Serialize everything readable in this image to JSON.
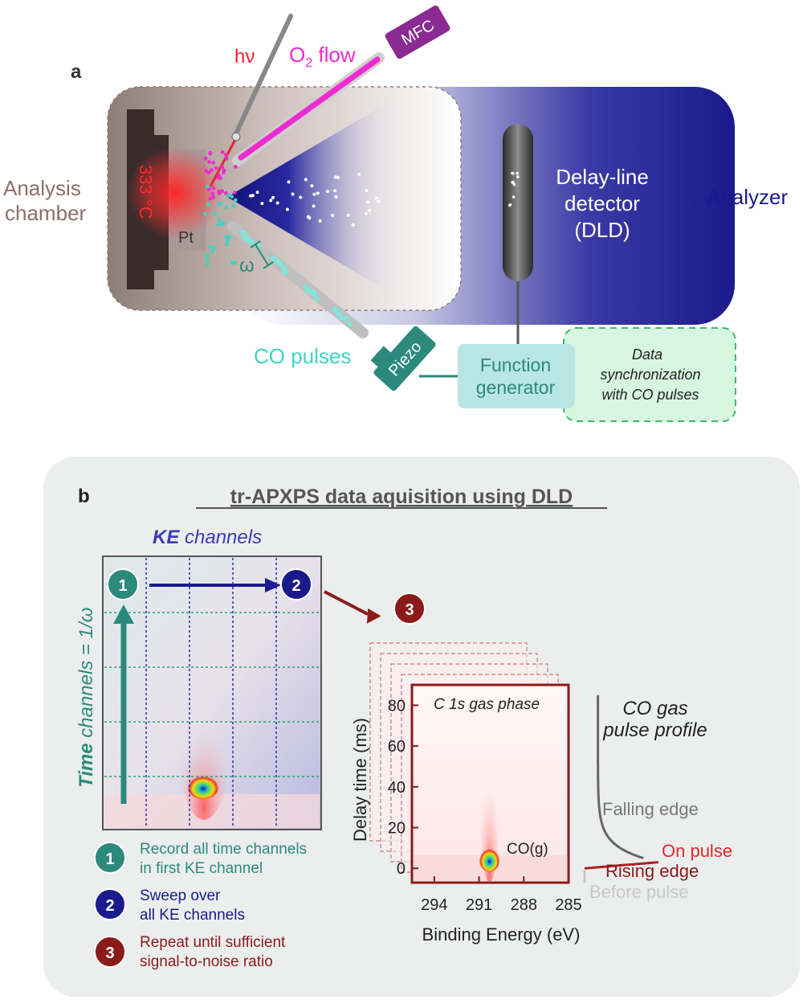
{
  "panel_a": {
    "label": "a",
    "hv_label": "hν",
    "o2_label_main": "O",
    "o2_label_sub": "2",
    "o2_label_rest": " flow",
    "mfc_label": "MFC",
    "analysis_label_1": "Analysis",
    "analysis_label_2": "chamber",
    "temperature": "333 °C",
    "sample_label": "Pt",
    "omega_label": "ω",
    "detector_label_1": "Delay-line",
    "detector_label_2": "detector",
    "detector_label_3": "(DLD)",
    "analyzer_label": "Analyzer",
    "co_pulses_label": "CO pulses",
    "piezo_label": "Piezo",
    "function_gen_1": "Function",
    "function_gen_2": "generator",
    "sync_1": "Data",
    "sync_2": "synchronization",
    "sync_3": "with CO pulses",
    "colors": {
      "hv": "#e8262a",
      "o2": "#ee2bd0",
      "mfc": "#8a2a93",
      "co": "#3fd3c2",
      "analyzer": "#1a1a8c",
      "teal": "#2b8a7c",
      "chamber_text": "#8b6f6a"
    }
  },
  "panel_b": {
    "label": "b",
    "title": "tr-APXPS data aquisition using DLD",
    "ke_channels_bold": "KE",
    "ke_channels_rest": " channels",
    "time_channels_bold": "Time",
    "time_channels_rest": " channels = 1/ω",
    "step1_marker": "1",
    "step2_marker": "2",
    "step3_marker": "3",
    "legend": [
      {
        "marker": "1",
        "line1": "Record all time channels",
        "line2": "in first KE channel",
        "color": "#2b8a7c"
      },
      {
        "marker": "2",
        "line1": "Sweep over",
        "line2": "all KE channels",
        "color": "#1a1a8c"
      },
      {
        "marker": "3",
        "line1": "Repeat until sufficient",
        "line2": "signal-to-noise ratio",
        "color": "#8b1a1a"
      }
    ],
    "spectrum": {
      "inner_title": "C 1s gas phase",
      "peak_label": "CO(g)",
      "ylabel": "Delay time (ms)",
      "xlabel": "Binding Energy (eV)",
      "yticks": [
        "0",
        "20",
        "40",
        "60",
        "80"
      ],
      "xticks": [
        "294",
        "291",
        "288",
        "285"
      ]
    },
    "profile": {
      "title_1": "CO gas",
      "title_2": "pulse profile",
      "falling_edge": "Falling edge",
      "on_pulse": "On pulse",
      "rising_edge": "Rising edge",
      "before_pulse": "Before pulse"
    }
  },
  "chart_data": {
    "type": "heatmap",
    "title": "C 1s gas phase",
    "xlabel": "Binding Energy (eV)",
    "ylabel": "Delay time (ms)",
    "xlim": [
      295.5,
      285
    ],
    "ylim": [
      -7,
      90
    ],
    "x_ticks": [
      294,
      291,
      288,
      285
    ],
    "y_ticks": [
      0,
      20,
      40,
      60,
      80
    ],
    "peak": {
      "label": "CO(g)",
      "binding_energy": 290.3,
      "delay_time": 3
    },
    "pulse_profile": {
      "before_pulse_delay": [
        -7,
        -1
      ],
      "rising_edge_delay": [
        -1,
        1
      ],
      "on_pulse_delay": 3,
      "falling_edge_delay": [
        5,
        85
      ]
    }
  }
}
